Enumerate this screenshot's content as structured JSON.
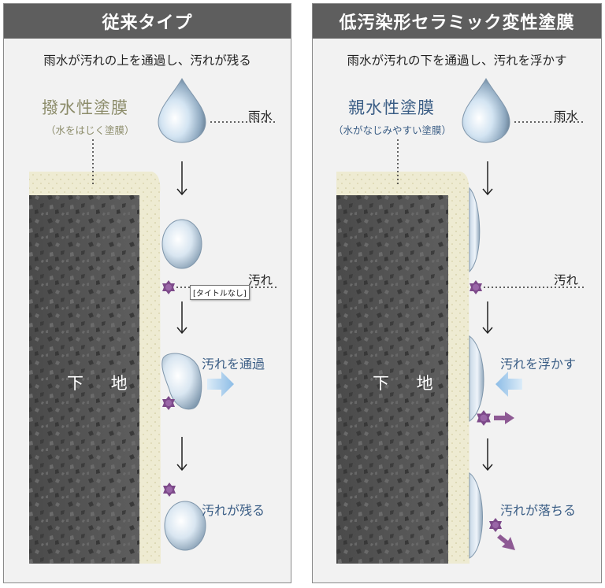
{
  "left": {
    "header": "従来タイプ",
    "subtitle": "雨水が汚れの上を通過し、汚れが残る",
    "coating_title": "撥水性塗膜",
    "coating_note": "（水をはじく塗膜）",
    "rain_label": "雨水",
    "dirt_label": "汚れ",
    "step1": "汚れを通過",
    "step2": "汚れが残る",
    "base_label": "下 地",
    "tooltip": "[タイトルなし]"
  },
  "right": {
    "header": "低汚染形セラミック変性塗膜",
    "subtitle": "雨水が汚れの下を通過し、汚れを浮かす",
    "coating_title": "親水性塗膜",
    "coating_note": "（水がなじみやすい塗膜）",
    "rain_label": "雨水",
    "dirt_label": "汚れ",
    "step1": "汚れを浮かす",
    "step2": "汚れが落ちる",
    "base_label": "下 地"
  },
  "colors": {
    "header_bg": "#5e5e5e",
    "panel_bg": "#f2f2f2",
    "coating_cream": "#eeebd2",
    "base_dark": "#555555",
    "label_blue": "#3a5d85",
    "olive_title": "#8c8c6a",
    "dirt_purple": "#7d4a8a",
    "arrow_blue": "#9cc6ea"
  }
}
